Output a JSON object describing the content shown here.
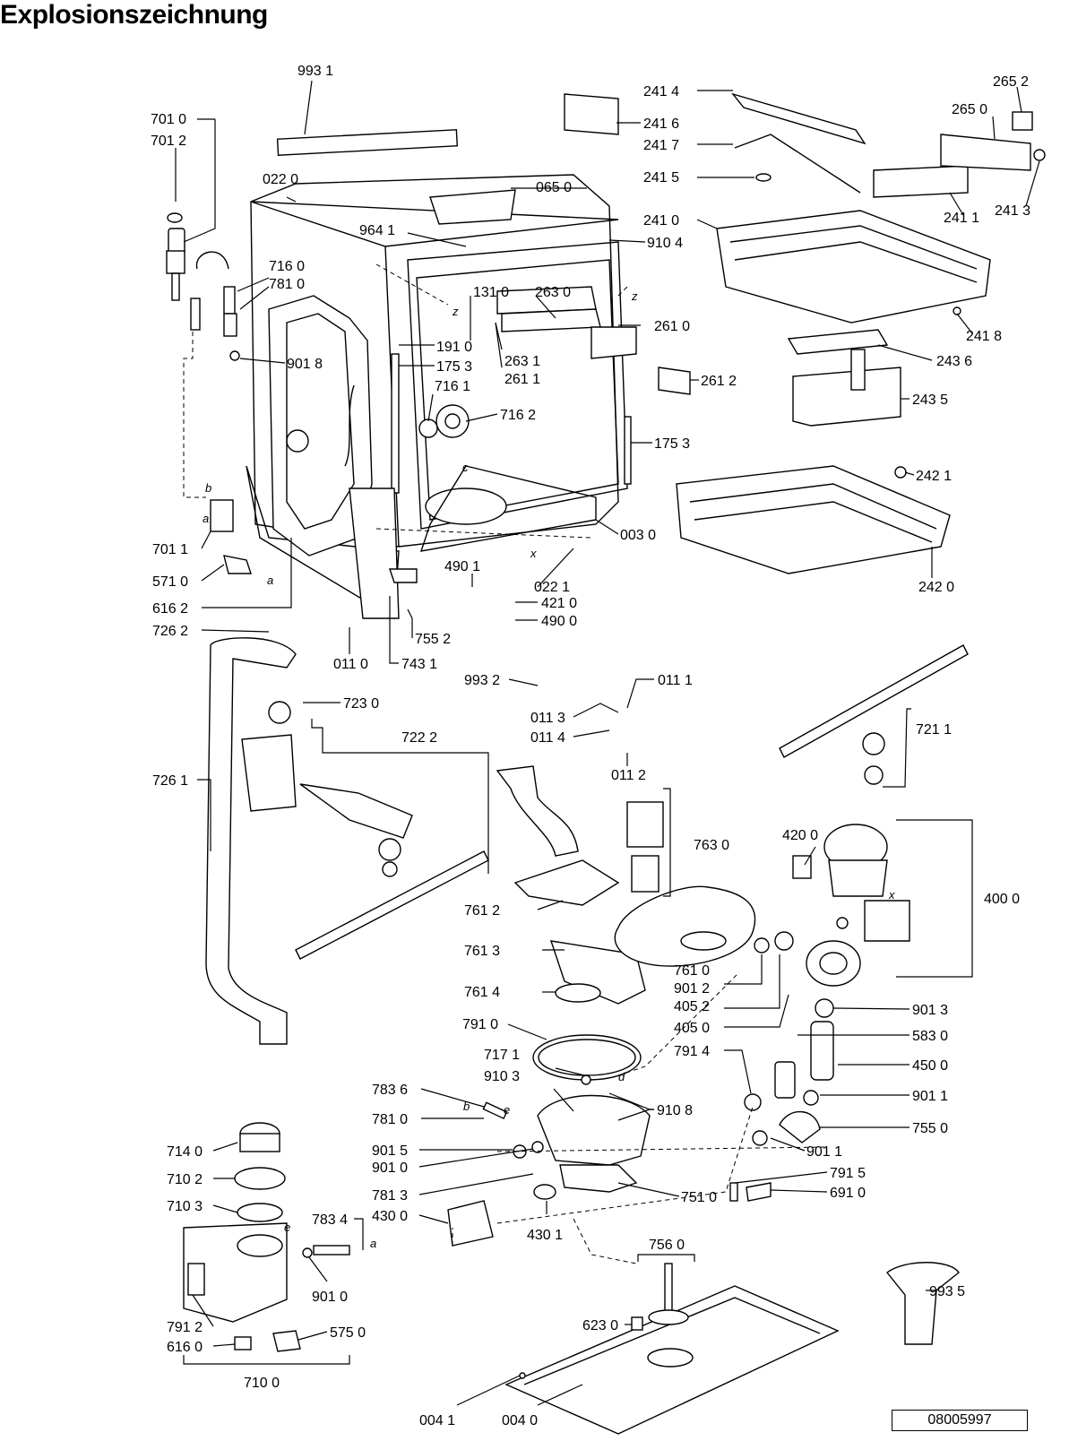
{
  "title": "Explosionszeichnung",
  "document_number": "08005997",
  "labels": [
    {
      "id": "p9931",
      "text": "993 1"
    },
    {
      "id": "p7010",
      "text": "701 0"
    },
    {
      "id": "p7012",
      "text": "701 2"
    },
    {
      "id": "p0220",
      "text": "022 0"
    },
    {
      "id": "p0650",
      "text": "065 0"
    },
    {
      "id": "p9641",
      "text": "964 1"
    },
    {
      "id": "p9104",
      "text": "910 4"
    },
    {
      "id": "p7160",
      "text": "716 0"
    },
    {
      "id": "p7810a",
      "text": "781 0"
    },
    {
      "id": "p1310",
      "text": "131 0"
    },
    {
      "id": "p2630",
      "text": "263 0"
    },
    {
      "id": "p2610",
      "text": "261 0"
    },
    {
      "id": "p9018",
      "text": "901 8"
    },
    {
      "id": "p1910",
      "text": "191 0"
    },
    {
      "id": "p1753a",
      "text": "175 3"
    },
    {
      "id": "p2631",
      "text": "263 1"
    },
    {
      "id": "p2611",
      "text": "261 1"
    },
    {
      "id": "p7161",
      "text": "716 1"
    },
    {
      "id": "p7162",
      "text": "716 2"
    },
    {
      "id": "p1753b",
      "text": "175 3"
    },
    {
      "id": "p2612",
      "text": "261 2"
    },
    {
      "id": "p2414",
      "text": "241 4"
    },
    {
      "id": "p2416",
      "text": "241 6"
    },
    {
      "id": "p2417",
      "text": "241 7"
    },
    {
      "id": "p2415",
      "text": "241 5"
    },
    {
      "id": "p2410",
      "text": "241 0"
    },
    {
      "id": "p2652",
      "text": "265 2"
    },
    {
      "id": "p2650",
      "text": "265 0"
    },
    {
      "id": "p2411",
      "text": "241 1"
    },
    {
      "id": "p2413",
      "text": "241 3"
    },
    {
      "id": "p2418",
      "text": "241 8"
    },
    {
      "id": "p2436",
      "text": "243 6"
    },
    {
      "id": "p2435",
      "text": "243 5"
    },
    {
      "id": "p2421",
      "text": "242 1"
    },
    {
      "id": "p2420",
      "text": "242 0"
    },
    {
      "id": "p7011",
      "text": "701 1"
    },
    {
      "id": "p5710",
      "text": "571 0"
    },
    {
      "id": "p6162",
      "text": "616 2"
    },
    {
      "id": "p0030",
      "text": "003 0"
    },
    {
      "id": "p4901",
      "text": "490 1"
    },
    {
      "id": "p0221",
      "text": "022 1"
    },
    {
      "id": "p4210",
      "text": "421 0"
    },
    {
      "id": "p4900",
      "text": "490 0"
    },
    {
      "id": "p7262",
      "text": "726 2"
    },
    {
      "id": "p7552",
      "text": "755 2"
    },
    {
      "id": "p0110",
      "text": "011 0"
    },
    {
      "id": "p7431",
      "text": "743 1"
    },
    {
      "id": "p9932",
      "text": "993 2"
    },
    {
      "id": "p0111",
      "text": "011 1"
    },
    {
      "id": "p7230",
      "text": "723 0"
    },
    {
      "id": "p0113",
      "text": "011 3"
    },
    {
      "id": "p0114",
      "text": "011 4"
    },
    {
      "id": "p7222",
      "text": "722 2"
    },
    {
      "id": "p7211",
      "text": "721 1"
    },
    {
      "id": "p0112",
      "text": "011 2"
    },
    {
      "id": "p7261",
      "text": "726 1"
    },
    {
      "id": "p7630",
      "text": "763 0"
    },
    {
      "id": "p4200",
      "text": "420 0"
    },
    {
      "id": "p4000",
      "text": "400 0"
    },
    {
      "id": "p7612",
      "text": "761 2"
    },
    {
      "id": "p7613",
      "text": "761 3"
    },
    {
      "id": "p7610",
      "text": "761 0"
    },
    {
      "id": "p9012",
      "text": "901 2"
    },
    {
      "id": "p4052",
      "text": "405 2"
    },
    {
      "id": "p4050",
      "text": "405 0"
    },
    {
      "id": "p7614",
      "text": "761 4"
    },
    {
      "id": "p9013",
      "text": "901 3"
    },
    {
      "id": "p7910",
      "text": "791 0"
    },
    {
      "id": "p5830",
      "text": "583 0"
    },
    {
      "id": "p7914",
      "text": "791 4"
    },
    {
      "id": "p7171",
      "text": "717 1"
    },
    {
      "id": "p4500",
      "text": "450 0"
    },
    {
      "id": "p9103",
      "text": "910 3"
    },
    {
      "id": "p7836",
      "text": "783 6"
    },
    {
      "id": "p9108",
      "text": "910 8"
    },
    {
      "id": "p9011a",
      "text": "901 1"
    },
    {
      "id": "p7810b",
      "text": "781 0"
    },
    {
      "id": "p7550",
      "text": "755 0"
    },
    {
      "id": "p7140",
      "text": "714 0"
    },
    {
      "id": "p9015",
      "text": "901 5"
    },
    {
      "id": "p9011b",
      "text": "901 1"
    },
    {
      "id": "p9010a",
      "text": "901 0"
    },
    {
      "id": "p7102",
      "text": "710 2"
    },
    {
      "id": "p7915",
      "text": "791 5"
    },
    {
      "id": "p7813",
      "text": "781 3"
    },
    {
      "id": "p7510",
      "text": "751 0"
    },
    {
      "id": "p6910",
      "text": "691 0"
    },
    {
      "id": "p7103",
      "text": "710 3"
    },
    {
      "id": "p7834",
      "text": "783 4"
    },
    {
      "id": "p4300",
      "text": "430 0"
    },
    {
      "id": "p4301",
      "text": "430 1"
    },
    {
      "id": "p7560",
      "text": "756 0"
    },
    {
      "id": "p9010b",
      "text": "901 0"
    },
    {
      "id": "p9935",
      "text": "993 5"
    },
    {
      "id": "p7912",
      "text": "791 2"
    },
    {
      "id": "p6230",
      "text": "623 0"
    },
    {
      "id": "p5750",
      "text": "575 0"
    },
    {
      "id": "p6160",
      "text": "616 0"
    },
    {
      "id": "p7100",
      "text": "710 0"
    },
    {
      "id": "p0041",
      "text": "004 1"
    },
    {
      "id": "p0040",
      "text": "004 0"
    }
  ],
  "letters": [
    {
      "id": "l-z1",
      "text": "z"
    },
    {
      "id": "l-z2",
      "text": "z"
    },
    {
      "id": "l-b1",
      "text": "b"
    },
    {
      "id": "l-a1",
      "text": "a"
    },
    {
      "id": "l-a2",
      "text": "a"
    },
    {
      "id": "l-c1",
      "text": "c"
    },
    {
      "id": "l-x1",
      "text": "x"
    },
    {
      "id": "l-x2",
      "text": "x"
    },
    {
      "id": "l-d1",
      "text": "d"
    },
    {
      "id": "l-b2",
      "text": "b"
    },
    {
      "id": "l-e1",
      "text": "e"
    },
    {
      "id": "l-e2",
      "text": "e"
    },
    {
      "id": "l-a3",
      "text": "a"
    }
  ]
}
